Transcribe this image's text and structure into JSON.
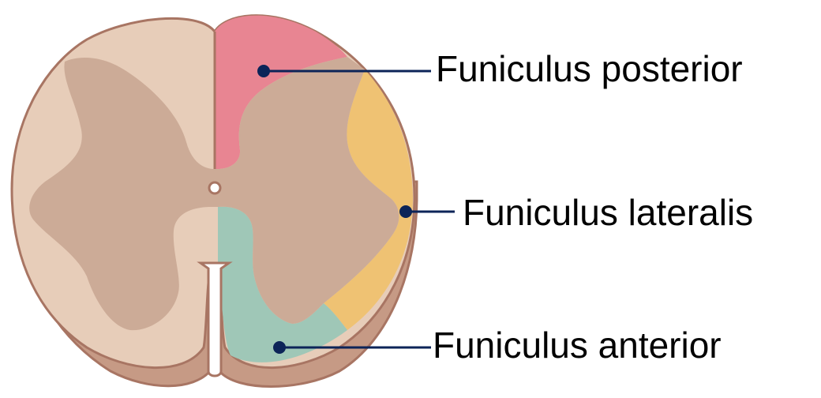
{
  "labels": {
    "posterior": "Funiculus posterior",
    "lateralis": "Funiculus lateralis",
    "anterior": "Funiculus anterior"
  },
  "colors": {
    "outline": "#a87563",
    "white_matter": "#e7cdb9",
    "gray_matter": "#ccab97",
    "shadow": "#c69a85",
    "posterior_funiculus": "#e88592",
    "lateral_funiculus": "#efc273",
    "anterior_funiculus": "#9fc7b7",
    "leader_line": "#0c2458"
  }
}
